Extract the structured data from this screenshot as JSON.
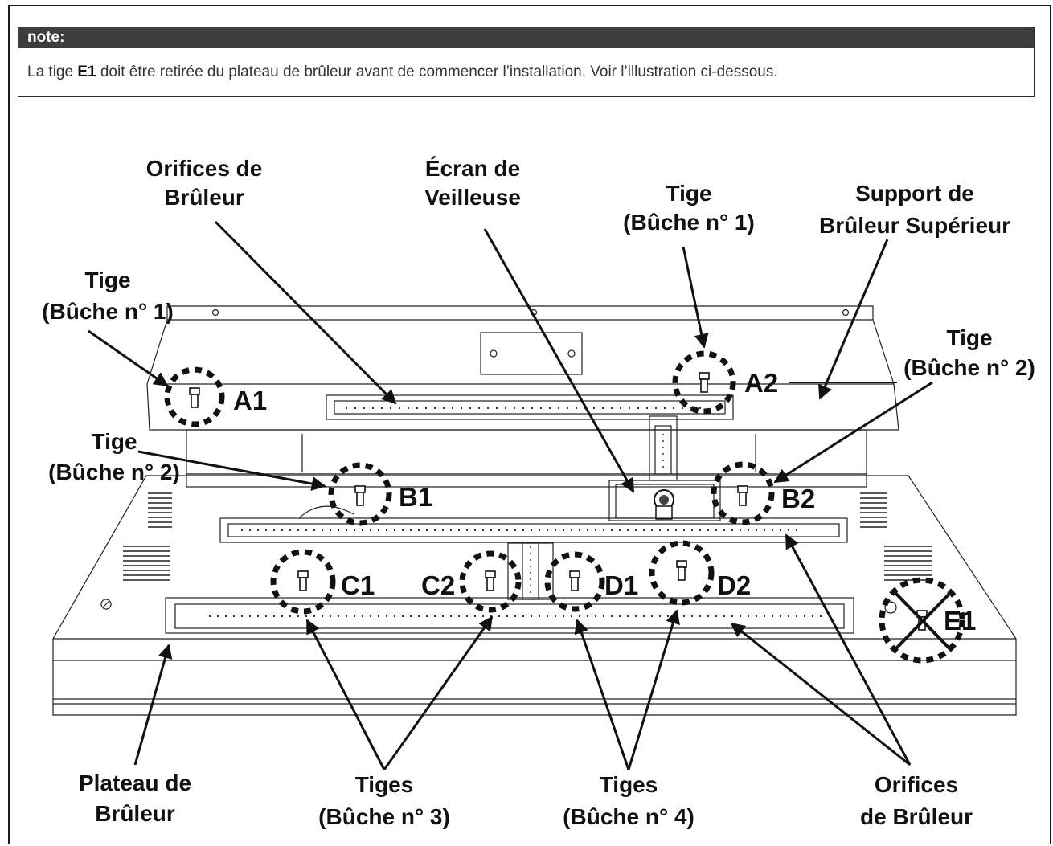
{
  "note": {
    "heading": "note:",
    "text_before": "La tige ",
    "text_bold": "E1",
    "text_after": " doit être retirée du plateau de brûleur avant de commencer l’installation. Voir l’illustration ci-dessous."
  },
  "labels": {
    "orifices_top_1": "Orifices de",
    "orifices_top_2": "Brûleur",
    "ecran_1": "Écran de",
    "ecran_2": "Veilleuse",
    "tige_a2_1": "Tige",
    "tige_a2_2": "(Bûche n° 1)",
    "support_1": "Support de",
    "support_2": "Brûleur Supérieur",
    "tige_a1_1": "Tige",
    "tige_a1_2": "(Bûche n° 1)",
    "tige_b2_1": "Tige",
    "tige_b2_2": "(Bûche n° 2)",
    "tige_b1_1": "Tige",
    "tige_b1_2": "(Bûche n° 2)",
    "plateau_1": "Plateau de",
    "plateau_2": "Brûleur",
    "tiges3_1": "Tiges",
    "tiges3_2": "(Bûche n° 3)",
    "tiges4_1": "Tiges",
    "tiges4_2": "(Bûche n° 4)",
    "orifices_bot_1": "Orifices",
    "orifices_bot_2": "de Brûleur"
  },
  "markers": {
    "a1": "A1",
    "a2": "A2",
    "b1": "B1",
    "b2": "B2",
    "c1": "C1",
    "c2": "C2",
    "d1": "D1",
    "d2": "D2",
    "e1": "E1"
  }
}
